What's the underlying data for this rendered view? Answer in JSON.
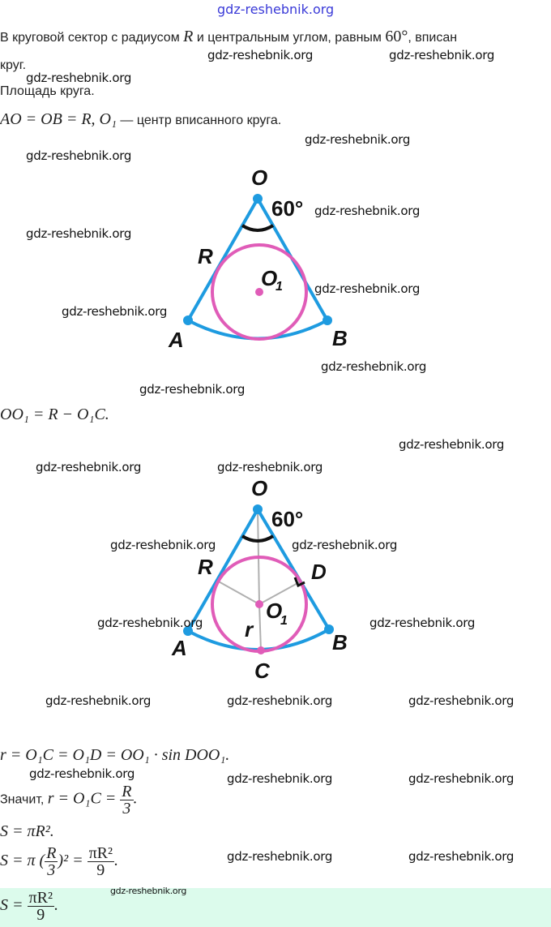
{
  "header_watermark": "gdz-reshebnik.org",
  "watermark": "gdz-reshebnik.org",
  "text": {
    "intro_a": "В круговой сектор с радиусом ",
    "intro_R": "R",
    "intro_b": " и центральным углом, равным ",
    "intro_angle": "60°",
    "intro_c": ", вписан",
    "intro_d": "круг.",
    "task": "Площадь круга.",
    "eq1_math": "AO = OB = R, O₁",
    "eq1_text": " — центр вписанного круга.",
    "eq2": "OO₁ = R − O₁C.",
    "eq3": "r = O₁C = O₁D = OO₁ · sin DOO₁.",
    "eq4_text": "Значит, ",
    "eq4_math": "r = O₁C = ",
    "eq4_num": "R",
    "eq4_den": "3",
    "eq5": "S = πR².",
    "eq6_a": "S = π (",
    "eq6_num": "R",
    "eq6_den": "3",
    "eq6_b": ")² = ",
    "eq6_num2": "πR²",
    "eq6_den2": "9",
    "answer_a": "S = ",
    "answer_num": "πR²",
    "answer_den": "9"
  },
  "diagram1": {
    "labels": {
      "O": "O",
      "angle": "60°",
      "R": "R",
      "O1": "O",
      "O1_sub": "1",
      "A": "A",
      "B": "B"
    }
  },
  "diagram2": {
    "labels": {
      "O": "O",
      "angle": "60°",
      "R": "R",
      "D": "D",
      "O1": "O",
      "O1_sub": "1",
      "r": "r",
      "A": "A",
      "B": "B",
      "C": "C"
    }
  },
  "colors": {
    "sector": "#1e9be0",
    "circle": "#e05cb8",
    "answer_bg": "#dcfbec",
    "radii": "#b0b0b0"
  }
}
